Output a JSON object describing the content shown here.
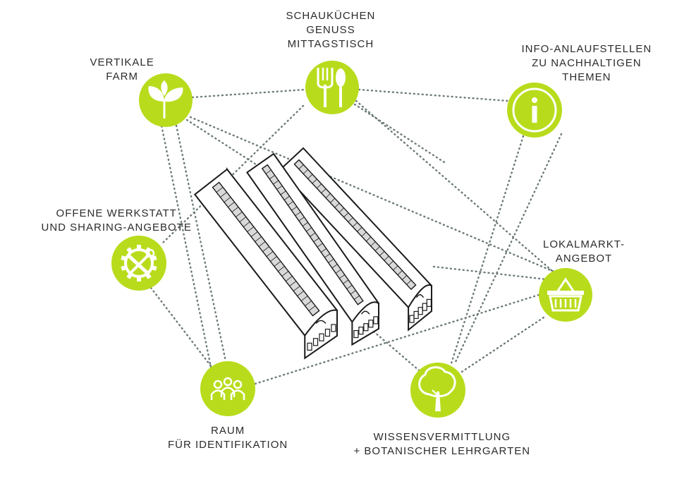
{
  "colors": {
    "accent": "#b8dc1c",
    "line": "#6b7a78",
    "ink": "#1a1a1a"
  },
  "nodes": [
    {
      "id": "vertikale-farm",
      "icon": "leaf-sprout-icon",
      "lines": [
        "VERTIKALE",
        "FARM"
      ]
    },
    {
      "id": "schaukuechen",
      "icon": "fork-spoon-icon",
      "lines": [
        "SCHAUKÜCHEN",
        "GENUSS",
        "MITTAGSTISCH"
      ]
    },
    {
      "id": "info",
      "icon": "info-icon",
      "lines": [
        "INFO-ANLAUFSTELLEN",
        "ZU NACHHALTIGEN",
        "THEMEN"
      ]
    },
    {
      "id": "werkstatt",
      "icon": "gear-wrench-icon",
      "lines": [
        "OFFENE WERKSTATT",
        "UND SHARING-ANGEBOTE"
      ]
    },
    {
      "id": "lokalmarkt",
      "icon": "basket-icon",
      "lines": [
        "LOKALMARKT-",
        "ANGEBOT"
      ]
    },
    {
      "id": "raum",
      "icon": "people-group-icon",
      "lines": [
        "RAUM",
        "FÜR IDENTIFIKATION"
      ]
    },
    {
      "id": "wissen",
      "icon": "tree-icon",
      "lines": [
        "WISSENSVERMITTLUNG",
        "+ BOTANISCHER LEHRGARTEN"
      ]
    }
  ],
  "center": {
    "icon": "market-hall-building-icon"
  }
}
